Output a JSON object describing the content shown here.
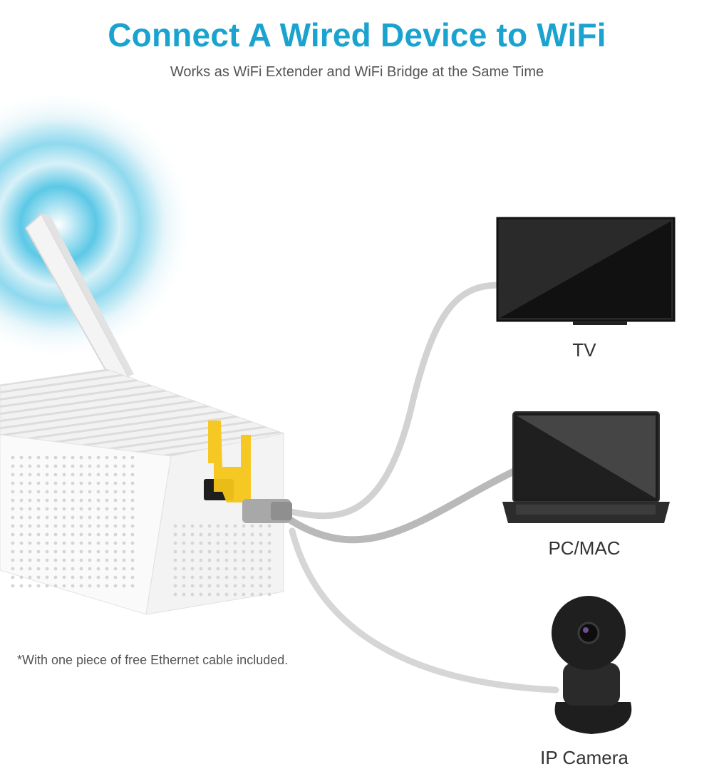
{
  "header": {
    "title": "Connect A Wired Device to WiFi",
    "subtitle": "Works as WiFi Extender and WiFi Bridge at the Same Time"
  },
  "devices": {
    "tv": "TV",
    "pc": "PC/MAC",
    "camera": "IP Camera"
  },
  "footnote": "*With one piece of free Ethernet cable included.",
  "colors": {
    "accent": "#1aa3cf",
    "signal": "#6fd0ea",
    "cable": "#c9c9c9",
    "highlight": "#f5c518"
  }
}
